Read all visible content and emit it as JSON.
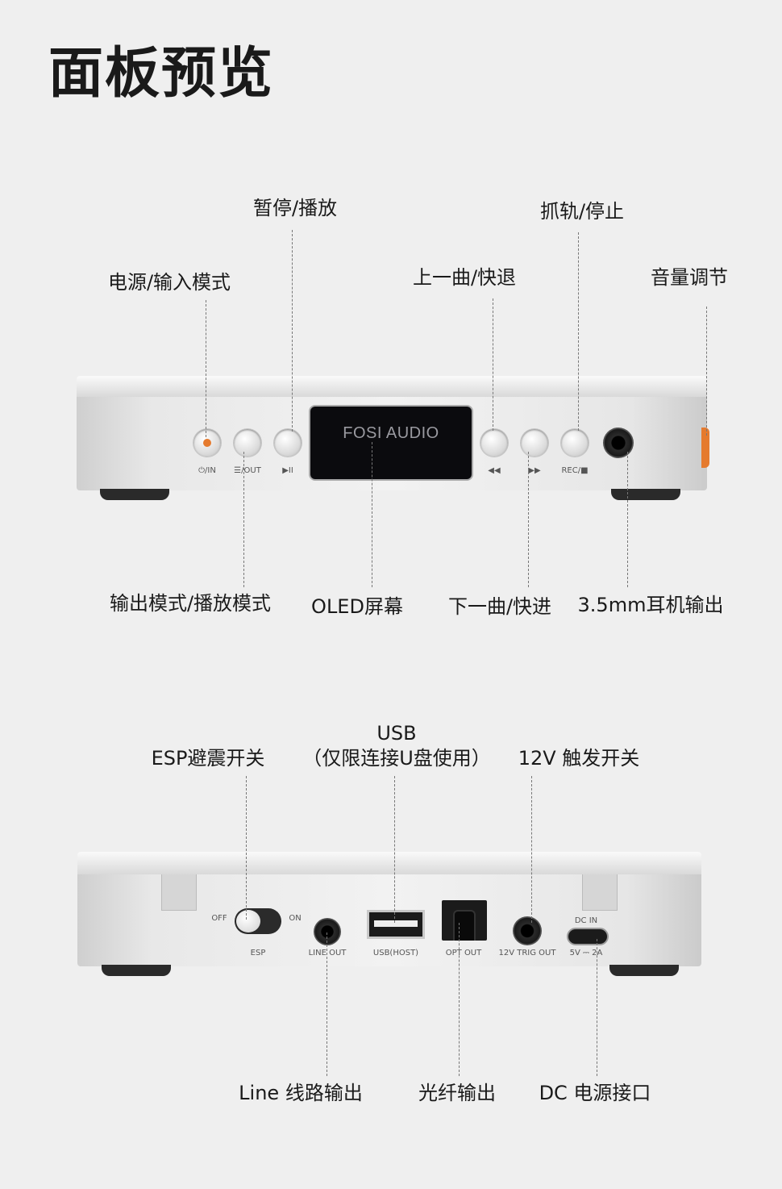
{
  "page": {
    "title": "面板预览"
  },
  "front": {
    "callouts": {
      "pause_play": "暂停/播放",
      "rip_stop": "抓轨/停止",
      "power_input": "电源/输入模式",
      "prev_rewind": "上一曲/快退",
      "volume": "音量调节",
      "output_play_mode": "输出模式/播放模式",
      "oled": "OLED屏幕",
      "next_forward": "下一曲/快进",
      "headphone": "3.5mm耳机输出"
    },
    "screen_text": "FOSI AUDIO",
    "button_labels": {
      "power": "⏻/IN",
      "mode": "☰/OUT",
      "play": "▶II",
      "prev": "◀◀",
      "next": "▶▶",
      "rec": "REC/■"
    }
  },
  "back": {
    "callouts": {
      "esp": "ESP避震开关",
      "usb_line1": "USB",
      "usb_line2": "（仅限连接U盘使用）",
      "trig": "12V 触发开关",
      "line_out": "Line 线路输出",
      "optical": "光纤输出",
      "dc": "DC 电源接口"
    },
    "port_labels": {
      "off": "OFF",
      "on": "ON",
      "esp": "ESP",
      "line_out": "LINE OUT",
      "usb_host": "USB(HOST)",
      "opt_out": "OPT OUT",
      "trig_out": "12V TRIG OUT",
      "dc_in": "DC IN",
      "dc_spec": "5V ⎓ 2A"
    }
  },
  "colors": {
    "accent": "#e57a2e",
    "background": "#efefef"
  }
}
